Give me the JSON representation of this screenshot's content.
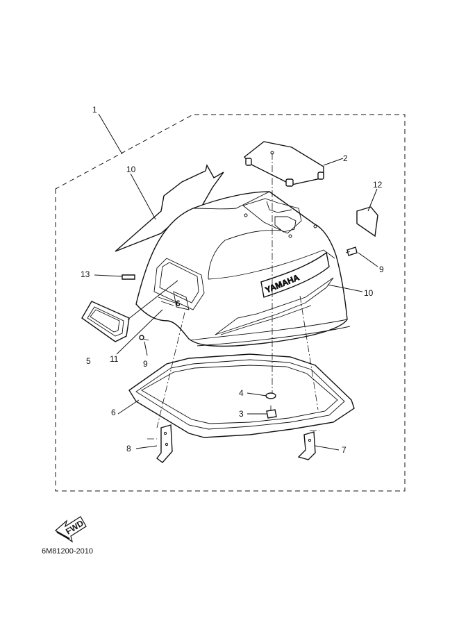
{
  "callouts": [
    {
      "id": "c1",
      "text": "1"
    },
    {
      "id": "c2",
      "text": "2"
    },
    {
      "id": "c3",
      "text": "3"
    },
    {
      "id": "c4",
      "text": "4"
    },
    {
      "id": "c5",
      "text": "5"
    },
    {
      "id": "c6",
      "text": "6"
    },
    {
      "id": "c7",
      "text": "7"
    },
    {
      "id": "c8",
      "text": "8"
    },
    {
      "id": "c9a",
      "text": "9"
    },
    {
      "id": "c9b",
      "text": "9"
    },
    {
      "id": "c10a",
      "text": "10"
    },
    {
      "id": "c10b",
      "text": "10"
    },
    {
      "id": "c11",
      "text": "11"
    },
    {
      "id": "c12",
      "text": "12"
    },
    {
      "id": "c13",
      "text": "13"
    }
  ],
  "brand_text": "YAMAHA",
  "model_digit": "6",
  "fwd_label": "FWD",
  "diagram_code": "6M81200-2010"
}
